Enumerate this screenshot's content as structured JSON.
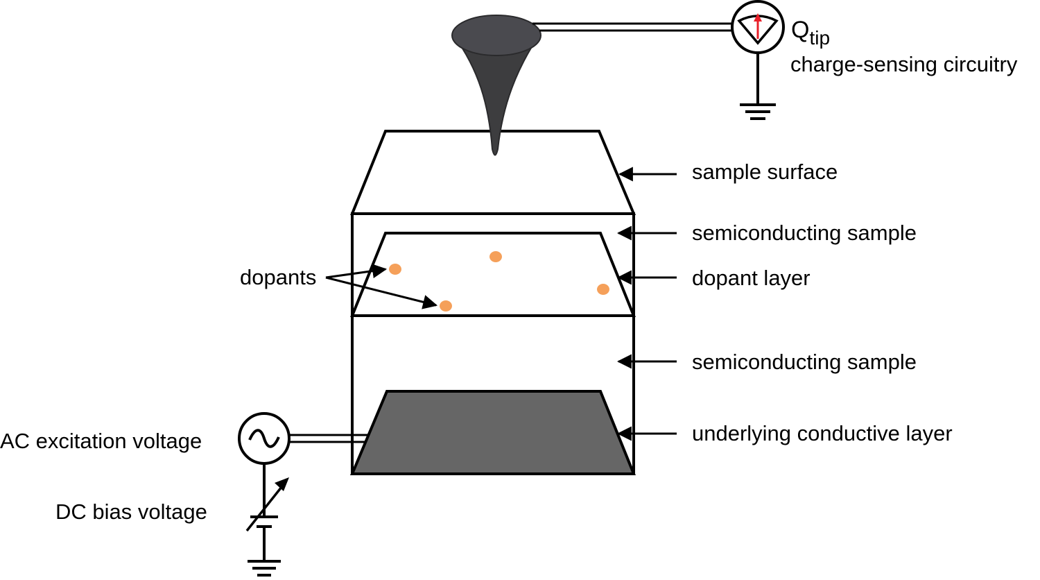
{
  "labels": {
    "q_main": "Q",
    "q_sub": "tip",
    "charge_sensing": "charge-sensing circuitry",
    "sample_surface": "sample surface",
    "semiconducting_sample_top": "semiconducting sample",
    "dopant_layer": "dopant layer",
    "dopants": "dopants",
    "semiconducting_sample_bottom": "semiconducting sample",
    "underlying_conductive_layer": "underlying conductive layer",
    "ac_excitation": "AC excitation voltage",
    "dc_bias": "DC bias voltage"
  },
  "colors": {
    "tip": "#3d3d3f",
    "tip_top": "#4a4a4f",
    "conductive_layer": "#666666",
    "dopant": "#f5a05a",
    "meter_needle": "#e8202a",
    "line": "#000000"
  },
  "icons": {
    "meter": "charge-meter-icon",
    "ground_top": "ground-icon",
    "ac_source": "ac-source-icon",
    "variable_battery": "variable-dc-source-icon",
    "ground_bottom": "ground-icon"
  }
}
